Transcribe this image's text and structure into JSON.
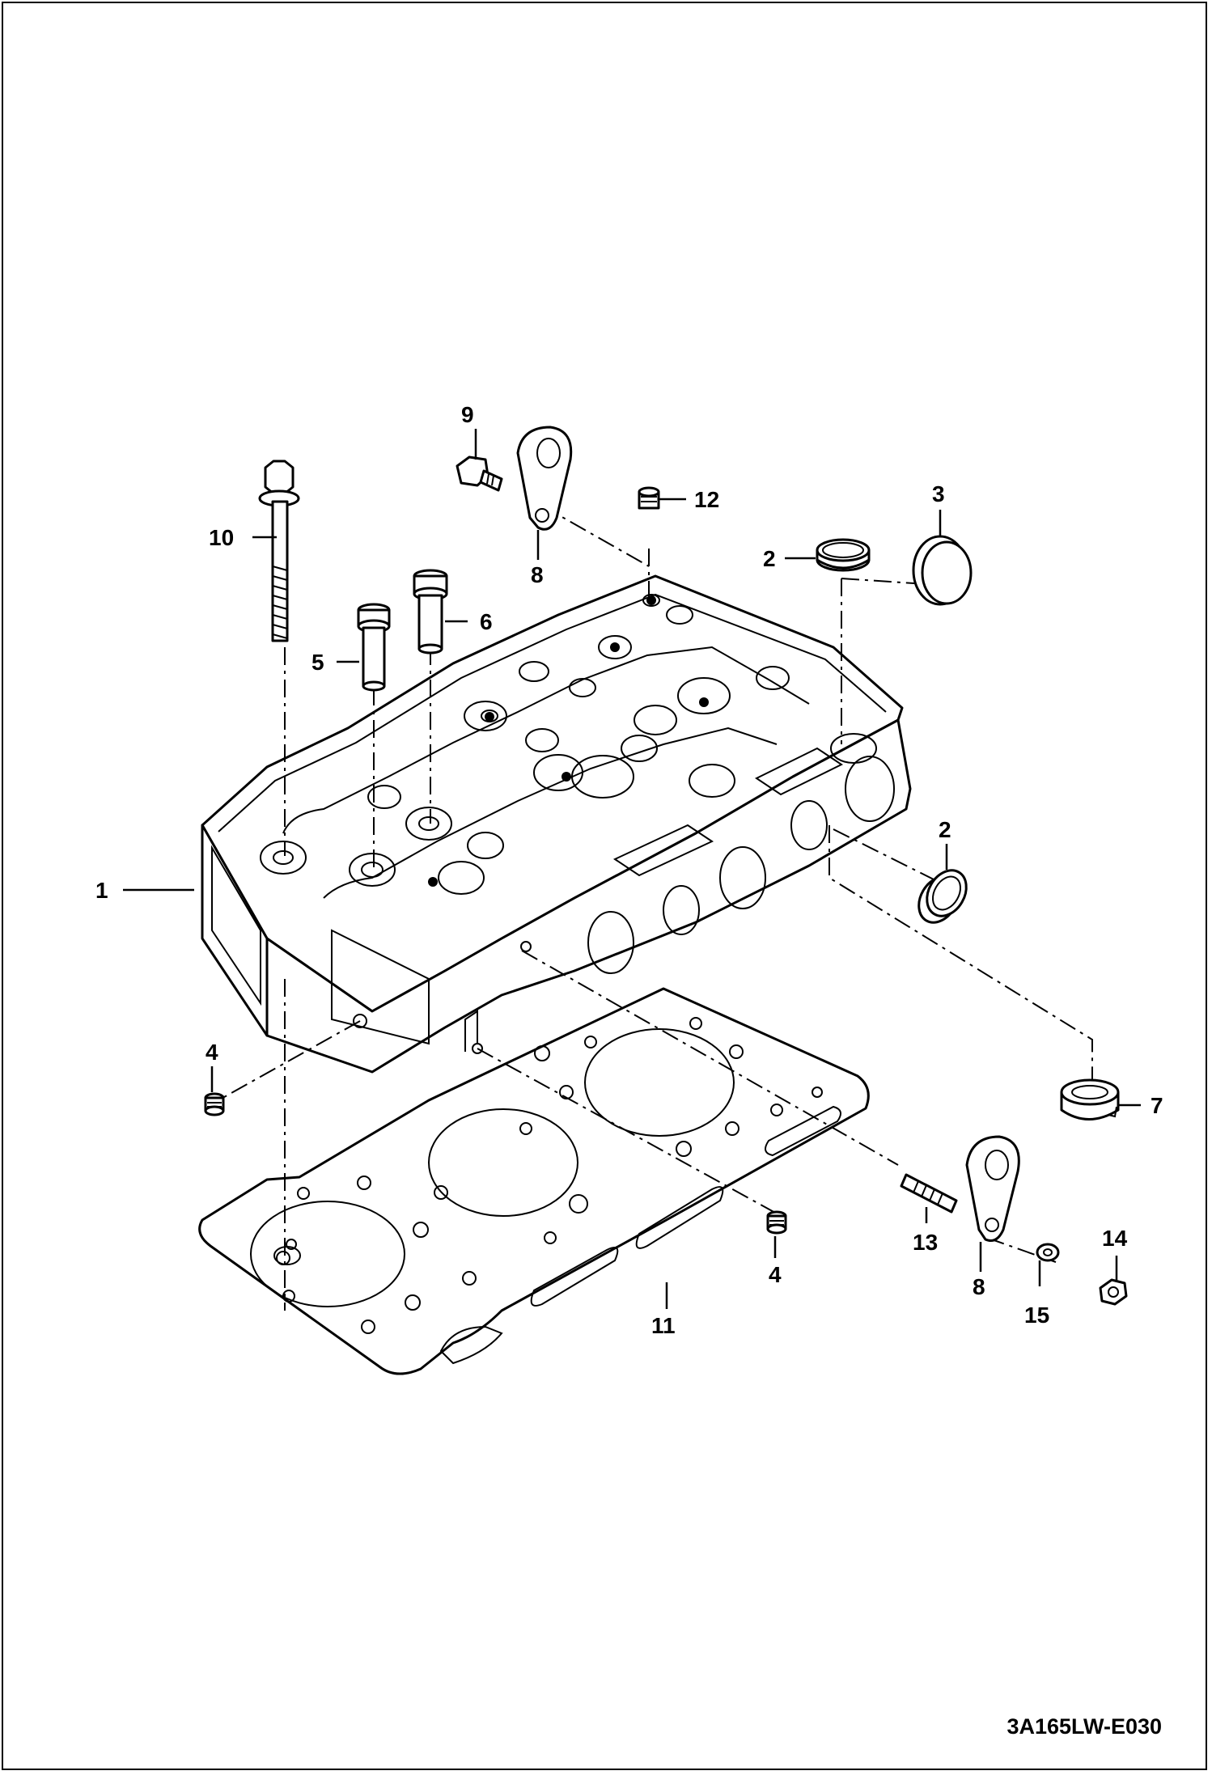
{
  "drawing": {
    "code": "3A165LW-E030",
    "callouts": [
      {
        "id": "c1",
        "label": "1"
      },
      {
        "id": "c2a",
        "label": "2"
      },
      {
        "id": "c2b",
        "label": "2"
      },
      {
        "id": "c3",
        "label": "3"
      },
      {
        "id": "c4a",
        "label": "4"
      },
      {
        "id": "c4b",
        "label": "4"
      },
      {
        "id": "c5",
        "label": "5"
      },
      {
        "id": "c6",
        "label": "6"
      },
      {
        "id": "c7",
        "label": "7"
      },
      {
        "id": "c8a",
        "label": "8"
      },
      {
        "id": "c8b",
        "label": "8"
      },
      {
        "id": "c9",
        "label": "9"
      },
      {
        "id": "c10",
        "label": "10"
      },
      {
        "id": "c11",
        "label": "11"
      },
      {
        "id": "c12",
        "label": "12"
      },
      {
        "id": "c13",
        "label": "13"
      },
      {
        "id": "c14",
        "label": "14"
      },
      {
        "id": "c15",
        "label": "15"
      }
    ]
  }
}
